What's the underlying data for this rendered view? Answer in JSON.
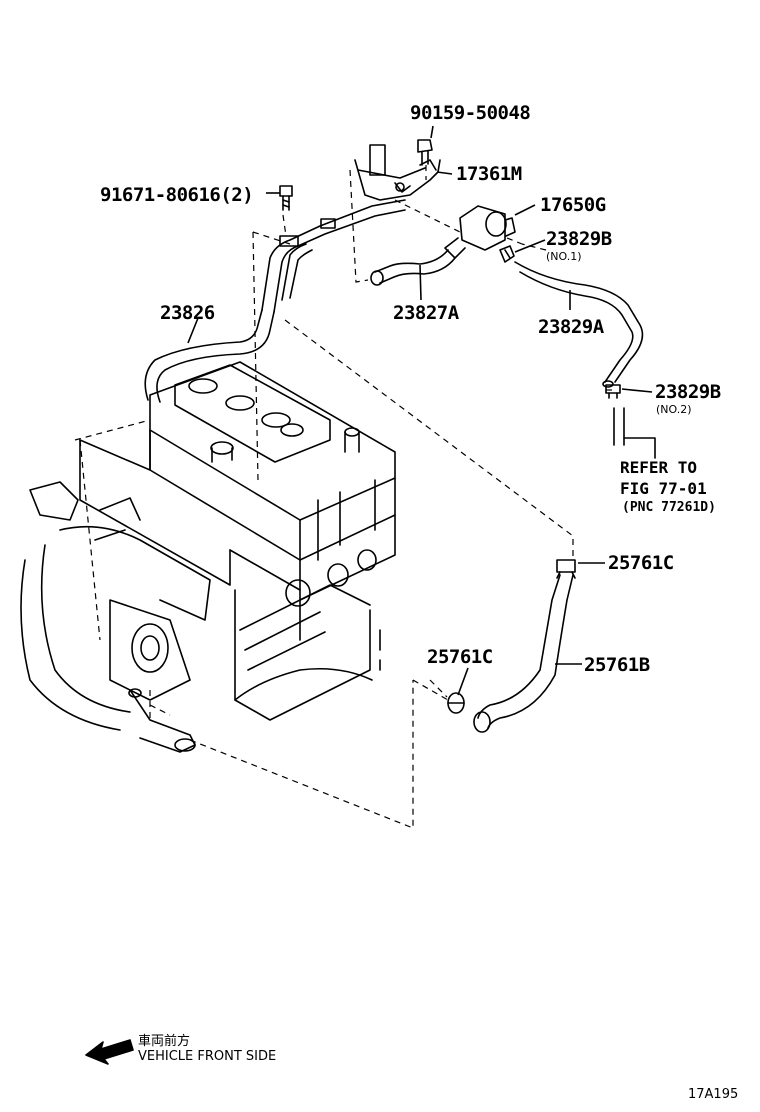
{
  "parts": {
    "p90159": "90159-50048",
    "p17361M": "17361M",
    "p91671": "91671-80616(2)",
    "p17650G": "17650G",
    "p23829B_no1": "23829B",
    "no1": "(NO.1)",
    "p23827A": "23827A",
    "p23826": "23826",
    "p23829A": "23829A",
    "p23829B_no2": "23829B",
    "no2": "(NO.2)",
    "p25761C_upper": "25761C",
    "p25761C_lower": "25761C",
    "p25761B": "25761B"
  },
  "refer": {
    "line1": "REFER TO",
    "line2": "FIG 77-01",
    "line3": "(PNC 77261D)"
  },
  "footer": {
    "jp_text": "車両前方",
    "en_text": "VEHICLE FRONT SIDE",
    "figure_id": "17A195"
  }
}
